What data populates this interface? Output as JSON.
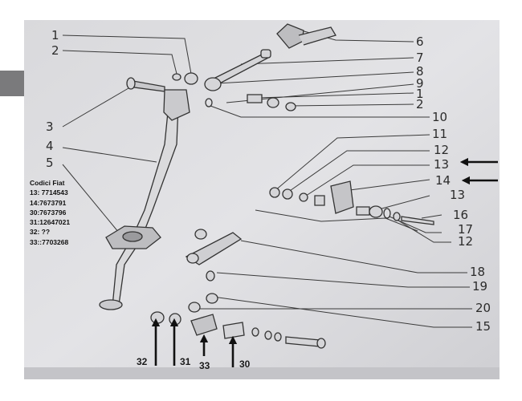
{
  "diagram": {
    "codes_title": "Codici Fiat",
    "codes": [
      "13: 7714543",
      "14:7673791",
      "30:7673796",
      "31:12647021",
      "32: ??",
      "33::7703268"
    ],
    "callouts_left": [
      "1",
      "2",
      "3",
      "4",
      "5"
    ],
    "callouts_right": [
      "6",
      "7",
      "8",
      "9",
      "1",
      "2",
      "10",
      "11",
      "12",
      "13",
      "14",
      "13",
      "16",
      "17",
      "12",
      "18",
      "19",
      "20",
      "15"
    ],
    "arrow_labels": [
      "32",
      "31",
      "33",
      "30"
    ]
  }
}
